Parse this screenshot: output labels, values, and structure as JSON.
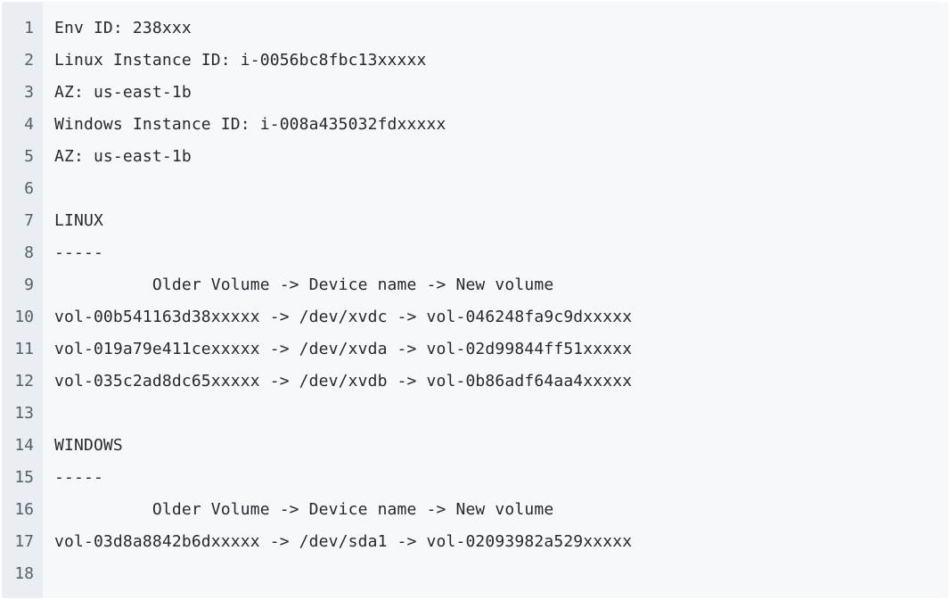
{
  "code": {
    "lines": [
      {
        "n": "1",
        "text": "Env ID: 238xxx"
      },
      {
        "n": "2",
        "text": "Linux Instance ID: i-0056bc8fbc13xxxxx"
      },
      {
        "n": "3",
        "text": "AZ: us-east-1b"
      },
      {
        "n": "4",
        "text": "Windows Instance ID: i-008a435032fdxxxxx"
      },
      {
        "n": "5",
        "text": "AZ: us-east-1b"
      },
      {
        "n": "6",
        "text": ""
      },
      {
        "n": "7",
        "text": "LINUX"
      },
      {
        "n": "8",
        "text": "-----"
      },
      {
        "n": "9",
        "text": "          Older Volume -> Device name -> New volume"
      },
      {
        "n": "10",
        "text": "vol-00b541163d38xxxxx -> /dev/xvdc -> vol-046248fa9c9dxxxxx"
      },
      {
        "n": "11",
        "text": "vol-019a79e411cexxxxx -> /dev/xvda -> vol-02d99844ff51xxxxx"
      },
      {
        "n": "12",
        "text": "vol-035c2ad8dc65xxxxx -> /dev/xvdb -> vol-0b86adf64aa4xxxxx"
      },
      {
        "n": "13",
        "text": ""
      },
      {
        "n": "14",
        "text": "WINDOWS"
      },
      {
        "n": "15",
        "text": "-----"
      },
      {
        "n": "16",
        "text": "          Older Volume -> Device name -> New volume"
      },
      {
        "n": "17",
        "text": "vol-03d8a8842b6dxxxxx -> /dev/sda1 -> vol-02093982a529xxxxx"
      },
      {
        "n": "18",
        "text": ""
      }
    ]
  }
}
